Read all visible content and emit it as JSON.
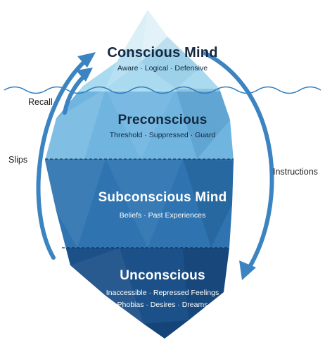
{
  "layers": [
    {
      "title": "Conscious Mind",
      "subtitle": "Aware · Logical · Defensive"
    },
    {
      "title": "Preconscious",
      "subtitle": "Threshold · Suppressed · Guard"
    },
    {
      "title": "Subconscious Mind",
      "subtitle": "Beliefs · Past Experiences"
    },
    {
      "title": "Unconscious",
      "subtitle_line1": "Inaccessible · Repressed Feelings",
      "subtitle_line2": "Phobias · Desires · Dreams"
    }
  ],
  "side_labels": {
    "recall": "Recall",
    "slips": "Slips",
    "instructions": "Instructions"
  },
  "colors": {
    "tip": "#d4ecf6",
    "upper_ice": "#8fcbe8",
    "preconscious": "#4f9ed4",
    "subconscious": "#2c70ab",
    "unconscious": "#174a7c",
    "arrow": "#3b84c1",
    "title_dark": "#14283f",
    "text_light": "#ffffff",
    "water_line": "#2f7dbf"
  }
}
